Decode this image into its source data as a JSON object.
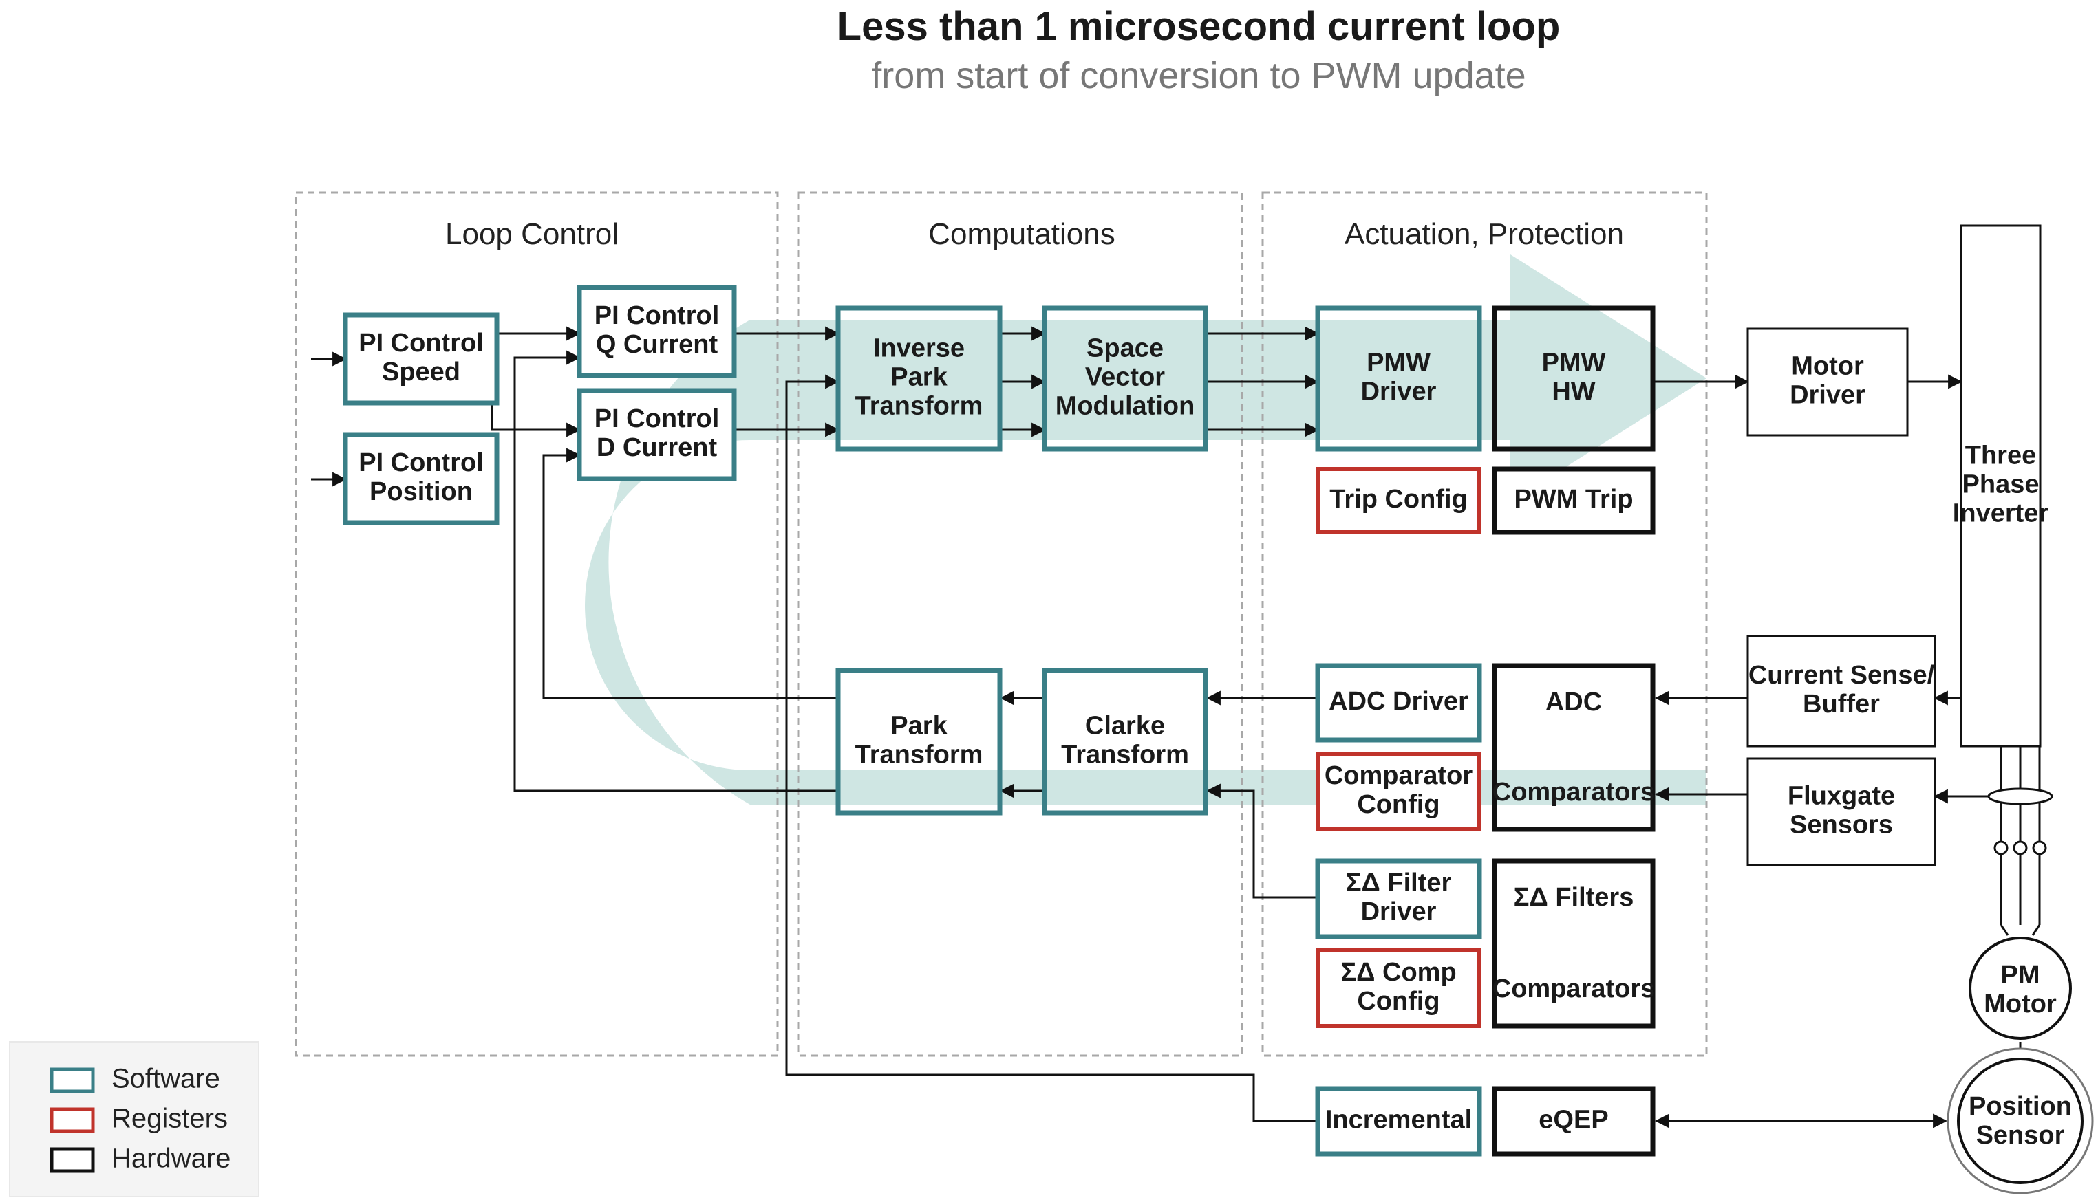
{
  "header": {
    "title": "Less than 1 microsecond current loop",
    "subtitle": "from start of conversion to PWM update"
  },
  "sections": {
    "loop_control": "Loop Control",
    "computations": "Computations",
    "actuation": "Actuation, Protection"
  },
  "colors": {
    "software": "#3a7f87",
    "registers": "#c0332b",
    "hardware": "#111111",
    "flow": "#cfe6e3",
    "section_border": "#a8a8a8"
  },
  "blocks": {
    "pi_speed": [
      "PI Control",
      "Speed"
    ],
    "pi_position": [
      "PI Control",
      "Position"
    ],
    "pi_q": [
      "PI Control",
      "Q Current"
    ],
    "pi_d": [
      "PI Control",
      "D Current"
    ],
    "inv_park": [
      "Inverse",
      "Park",
      "Transform"
    ],
    "svm": [
      "Space",
      "Vector",
      "Modulation"
    ],
    "pwm_driver": [
      "PMW",
      "Driver"
    ],
    "pwm_hw": [
      "PMW",
      "HW"
    ],
    "trip_config": [
      "Trip Config"
    ],
    "pwm_trip": [
      "PWM Trip"
    ],
    "park": [
      "Park",
      "Transform"
    ],
    "clarke": [
      "Clarke",
      "Transform"
    ],
    "adc_driver": [
      "ADC Driver"
    ],
    "comp_config": [
      "Comparator",
      "Config"
    ],
    "adc_hw": [
      "ADC"
    ],
    "adc_comparators": [
      "Comparators"
    ],
    "sd_filter_driver": [
      "ΣΔ Filter",
      "Driver"
    ],
    "sd_comp_config": [
      "ΣΔ Comp",
      "Config"
    ],
    "sd_filters": [
      "ΣΔ Filters"
    ],
    "sd_comparators": [
      "Comparators"
    ],
    "incremental": [
      "Incremental"
    ],
    "eqep": [
      "eQEP"
    ],
    "motor_driver": [
      "Motor",
      "Driver"
    ],
    "inverter": [
      "Three",
      "Phase",
      "Inverter"
    ],
    "current_sense": [
      "Current Sense/",
      "Buffer"
    ],
    "fluxgate": [
      "Fluxgate",
      "Sensors"
    ],
    "pm_motor": [
      "PM",
      "Motor"
    ],
    "position_sensor": [
      "Position",
      "Sensor"
    ]
  },
  "legend": {
    "software": "Software",
    "registers": "Registers",
    "hardware": "Hardware"
  }
}
